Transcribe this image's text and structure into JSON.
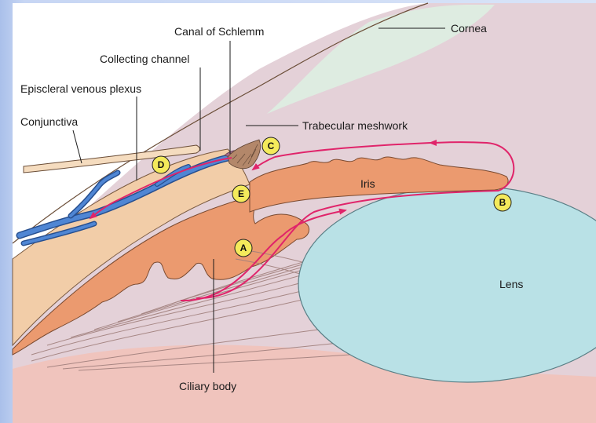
{
  "labels": {
    "canal": "Canal of Schlemm",
    "cornea": "Cornea",
    "collecting": "Collecting channel",
    "episcleral": "Episcleral venous plexus",
    "conjunctiva": "Conjunctiva",
    "trabecular": "Trabecular meshwork",
    "iris": "Iris",
    "lens": "Lens",
    "ciliary": "Ciliary body"
  },
  "markers": {
    "a": "A",
    "b": "B",
    "c": "C",
    "d": "D",
    "e": "E"
  },
  "colors": {
    "cornea": "#e7d3db",
    "sclera": "#f2cda8",
    "iris": "#eb9a6f",
    "ciliary": "#eb9a6f",
    "lens": "#b9e1e6",
    "flow_arrow": "#e0246a",
    "veins": "#3a73c1",
    "marker_fill": "#f4ea5b"
  }
}
